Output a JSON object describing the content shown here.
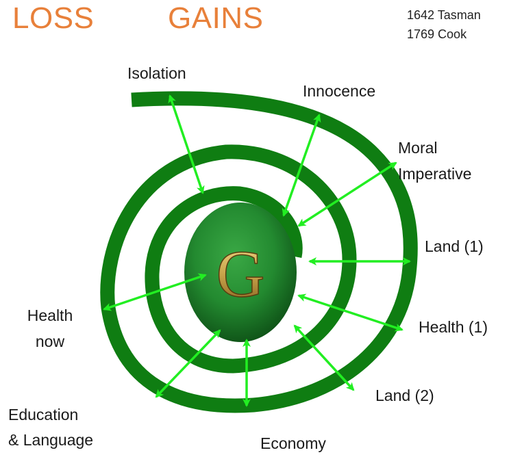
{
  "header": {
    "loss": "LOSS",
    "gains": "GAINS",
    "color": "#e8803a"
  },
  "dates": {
    "line1": "1642 Tasman",
    "line2": "1769 Cook"
  },
  "center": {
    "letter": "G",
    "egg_color": "#2e8b3a",
    "letter_color": "#c9a44a"
  },
  "spiral_color": "#0f7d12",
  "arrow_color": "#22ee22",
  "labels": {
    "isolation": "Isolation",
    "innocence": "Innocence",
    "moral": "Moral",
    "imperative": "Imperative",
    "land1": "Land (1)",
    "health1": "Health (1)",
    "land2": "Land (2)",
    "economy": "Economy",
    "education": "Education",
    "language": "& Language",
    "health": "Health",
    "now": "now"
  }
}
